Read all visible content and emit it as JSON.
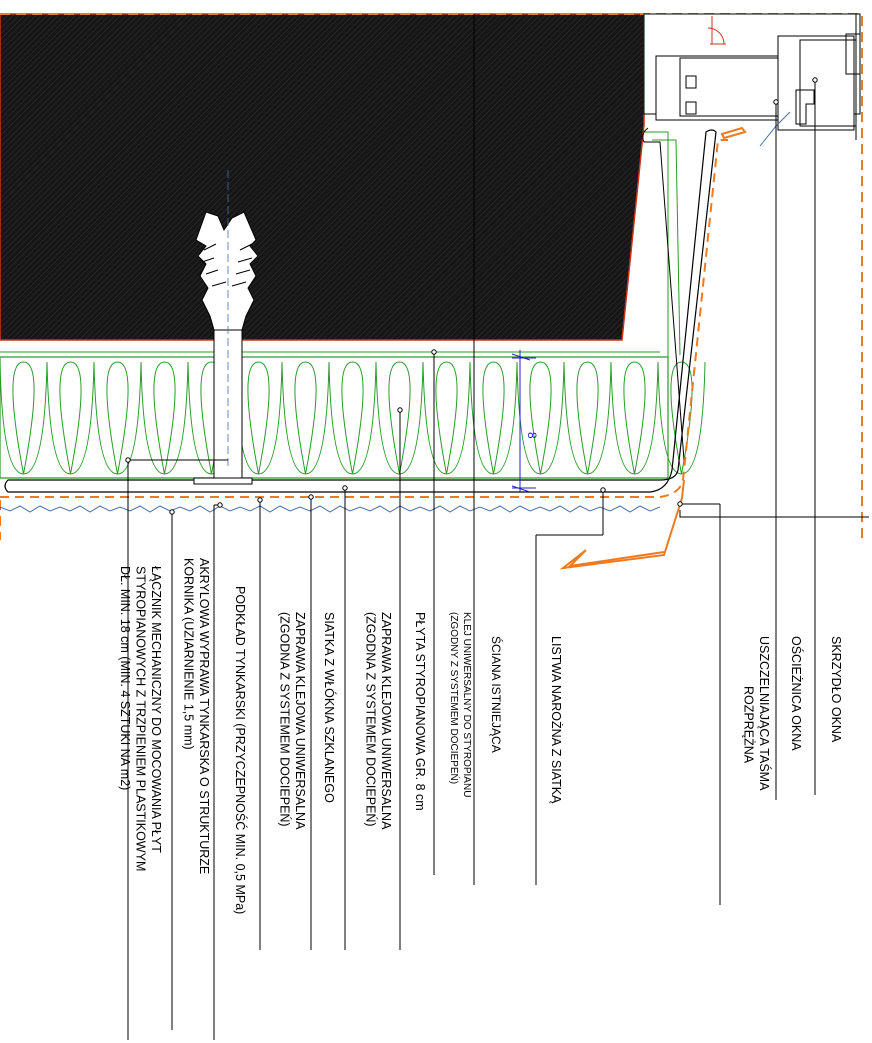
{
  "dimension_label": "8",
  "labels": [
    {
      "id": "skrzydlo",
      "lines": [
        "SKRZYDŁO OKNA"
      ]
    },
    {
      "id": "oscieznica",
      "lines": [
        "OŚCIEŻNICA OKNA"
      ]
    },
    {
      "id": "tasma",
      "lines": [
        "USZCZELNIAJĄCA TAŚMA",
        "ROZPRĘŻNA"
      ]
    },
    {
      "id": "listwa",
      "lines": [
        "LISTWA NAROŻNA Z SIATKĄ"
      ]
    },
    {
      "id": "sciana",
      "lines": [
        "ŚCIANA ISTNIEJĄCA"
      ]
    },
    {
      "id": "klej",
      "lines": [
        "KLEJ UNIWERSALNY  DO STYROPIANU",
        "(ZGODNY Z SYSTEMEM DOCIEPEŃ)"
      ]
    },
    {
      "id": "plyta",
      "lines": [
        "PŁYTA STYROPIANOWA GR. 8 cm"
      ]
    },
    {
      "id": "zaprawa1",
      "lines": [
        "ZAPRAWA KLEJOWA UNIWERSALNA",
        "(ZGODNA Z SYSTEMEM DOCIEPEŃ)"
      ]
    },
    {
      "id": "siatka",
      "lines": [
        "SIATKA Z WŁÓKNA SZKLANEGO"
      ]
    },
    {
      "id": "zaprawa2",
      "lines": [
        "ZAPRAWA KLEJOWA UNIWERSALNA",
        "(ZGODNA Z SYSTEMEM DOCIEPEŃ)"
      ]
    },
    {
      "id": "podklad",
      "lines": [
        "PODKŁAD TYNKARSKI (PRZYCZEPNOŚĆ MIN. 0,5 MPa)"
      ]
    },
    {
      "id": "akryl",
      "lines": [
        "AKRYLOWA WYPRAWA TYNKARSKA O STRUKTURZE",
        "KORNIKA (UZIARNIENIE  1,5 mm)"
      ]
    },
    {
      "id": "lacznik",
      "lines": [
        "ŁĄCZNIK MECHANICZNY DO MOCOWANIA PŁYT",
        "STYROPIANOWYCH Z TRZPIENIEM PLASTIKOWYM",
        "DŁ. MIN. 18 cm (MIN. 4 SZTUKI NA m2)"
      ]
    }
  ],
  "colors": {
    "wall_fill": "#161616",
    "wall_edge": "#c8341c",
    "insulation_line": "#2a9a2a",
    "orange_dash": "#f07a1e",
    "dimension": "#2020cc",
    "render_blue": "#4a6fa5",
    "leader": "#000000"
  }
}
